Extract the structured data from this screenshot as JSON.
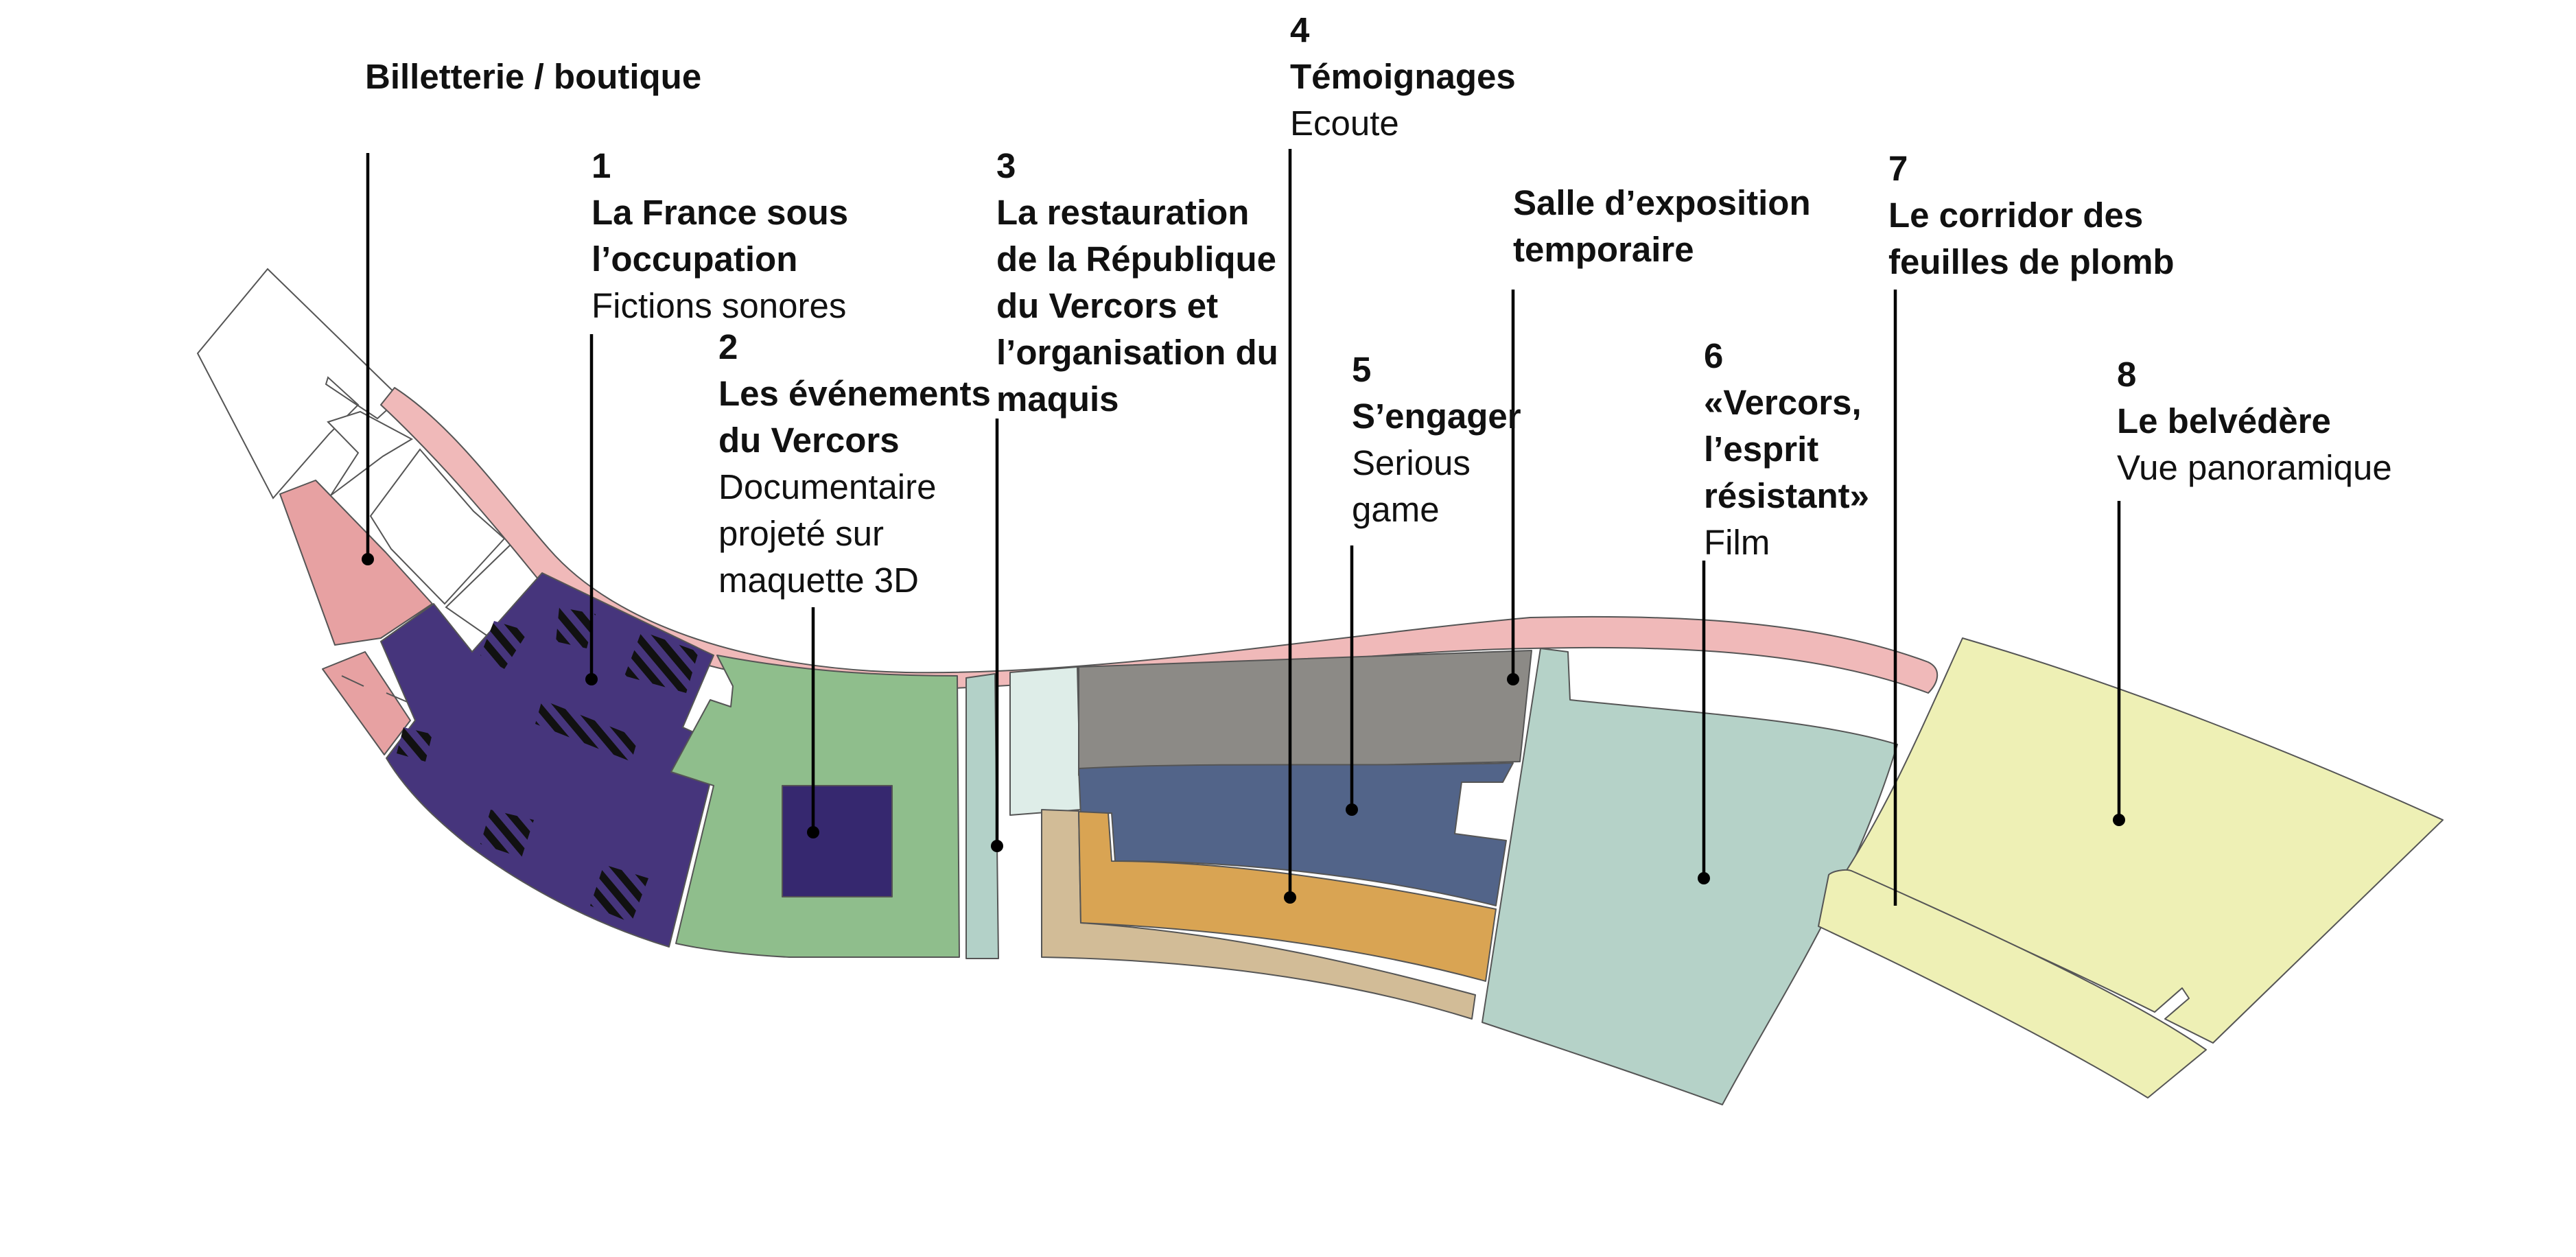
{
  "colors": {
    "corridor_pink": "#f0b9b9",
    "billetterie_pink": "#e7a1a2",
    "room1_purple": "#46357c",
    "room2_green": "#8fbe8c",
    "maquette_purple": "#36286f",
    "room3_mint": "#b3d1c8",
    "room3_light": "#deede8",
    "room4_orange": "#d9a453",
    "room4_tan": "#d2bc97",
    "room5_blue": "#526489",
    "temp_gray": "#8c8a86",
    "room6_mint": "#b5d2c8",
    "room78_yellow": "#eef0b5"
  },
  "labels": {
    "billetterie": {
      "title": "Billetterie / boutique"
    },
    "l1": {
      "num": "1",
      "title": "La France sous l’occupation",
      "sub": "Fictions sonores"
    },
    "l2": {
      "num": "2",
      "title": "Les événements du Vercors",
      "sub": "Documentaire projeté sur maquette 3D"
    },
    "l3": {
      "num": "3",
      "title": "La restauration de la République du Vercors et l’organisation du maquis"
    },
    "l4": {
      "num": "4",
      "title": "Témoignages",
      "sub": "Ecoute"
    },
    "l5": {
      "num": "5",
      "title": "S’engager",
      "sub": "Serious game"
    },
    "temp": {
      "title": "Salle d’exposition temporaire"
    },
    "l6": {
      "num": "6",
      "title": "«Vercors, l’esprit résistant»",
      "sub": "Film"
    },
    "l7": {
      "num": "7",
      "title": "Le corridor des feuilles de plomb"
    },
    "l8": {
      "num": "8",
      "title": "Le belvédère",
      "sub": "Vue panoramique"
    }
  }
}
